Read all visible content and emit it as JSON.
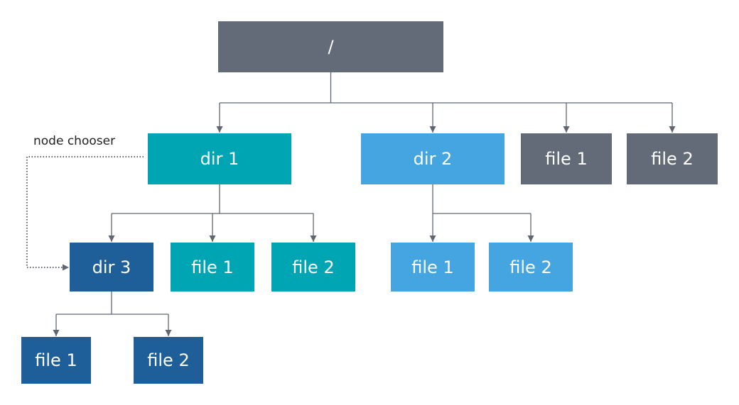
{
  "colors": {
    "gray": "#636b78",
    "teal": "#00a5b4",
    "light_blue": "#45a5e1",
    "dark_blue": "#1f5f99",
    "connector": "#5f6670"
  },
  "nodes": {
    "root": {
      "label": "/",
      "color": "gray"
    },
    "dir1": {
      "label": "dir 1",
      "color": "teal"
    },
    "dir2": {
      "label": "dir 2",
      "color": "light_blue"
    },
    "root_file1": {
      "label": "file 1",
      "color": "gray"
    },
    "root_file2": {
      "label": "file 2",
      "color": "gray"
    },
    "dir3": {
      "label": "dir 3",
      "color": "dark_blue"
    },
    "dir1_file1": {
      "label": "file 1",
      "color": "teal"
    },
    "dir1_file2": {
      "label": "file 2",
      "color": "teal"
    },
    "dir2_file1": {
      "label": "file 1",
      "color": "light_blue"
    },
    "dir2_file2": {
      "label": "file 2",
      "color": "light_blue"
    },
    "dir3_file1": {
      "label": "file 1",
      "color": "dark_blue"
    },
    "dir3_file2": {
      "label": "file 2",
      "color": "dark_blue"
    }
  },
  "edges": [
    {
      "from": "root",
      "to": [
        "dir1",
        "dir2",
        "root_file1",
        "root_file2"
      ]
    },
    {
      "from": "dir1",
      "to": [
        "dir3",
        "dir1_file1",
        "dir1_file2"
      ]
    },
    {
      "from": "dir2",
      "to": [
        "dir2_file1",
        "dir2_file2"
      ]
    },
    {
      "from": "dir3",
      "to": [
        "dir3_file1",
        "dir3_file2"
      ]
    }
  ],
  "annotation": {
    "label": "node chooser",
    "from": "dir1",
    "to": "dir3",
    "style": "dotted"
  }
}
